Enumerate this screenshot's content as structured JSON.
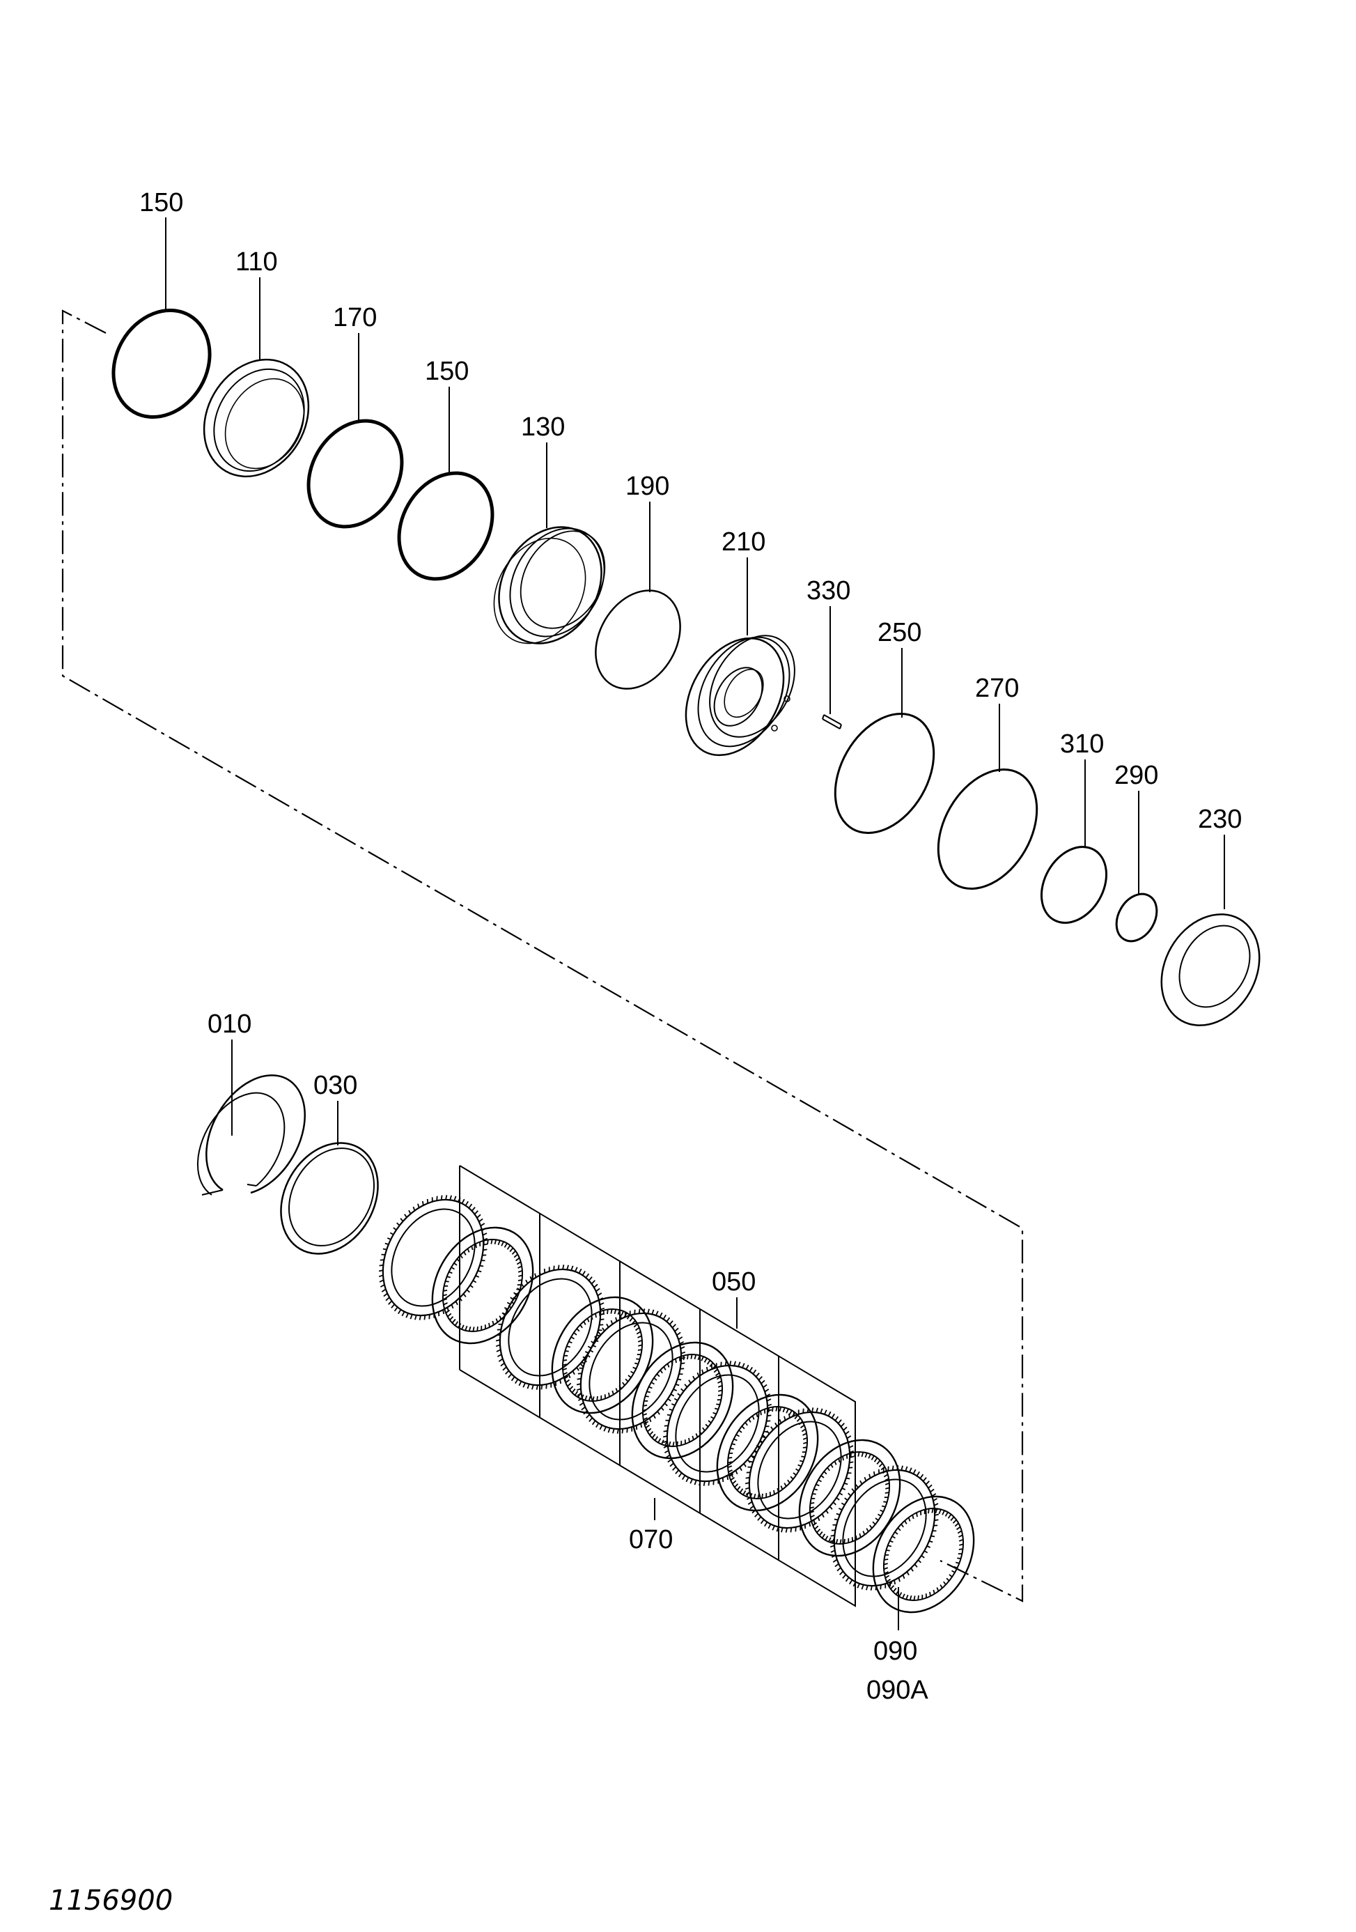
{
  "drawing_number": "1156900",
  "callouts": [
    {
      "id": "c150a",
      "label": "150"
    },
    {
      "id": "c110",
      "label": "110"
    },
    {
      "id": "c170",
      "label": "170"
    },
    {
      "id": "c150b",
      "label": "150"
    },
    {
      "id": "c130",
      "label": "130"
    },
    {
      "id": "c190",
      "label": "190"
    },
    {
      "id": "c210",
      "label": "210"
    },
    {
      "id": "c330",
      "label": "330"
    },
    {
      "id": "c250",
      "label": "250"
    },
    {
      "id": "c270",
      "label": "270"
    },
    {
      "id": "c310",
      "label": "310"
    },
    {
      "id": "c290",
      "label": "290"
    },
    {
      "id": "c230",
      "label": "230"
    },
    {
      "id": "c010",
      "label": "010"
    },
    {
      "id": "c030",
      "label": "030"
    },
    {
      "id": "c050",
      "label": "050"
    },
    {
      "id": "c070",
      "label": "070"
    },
    {
      "id": "c090",
      "label": "090"
    },
    {
      "id": "c090A",
      "label": "090A"
    }
  ]
}
